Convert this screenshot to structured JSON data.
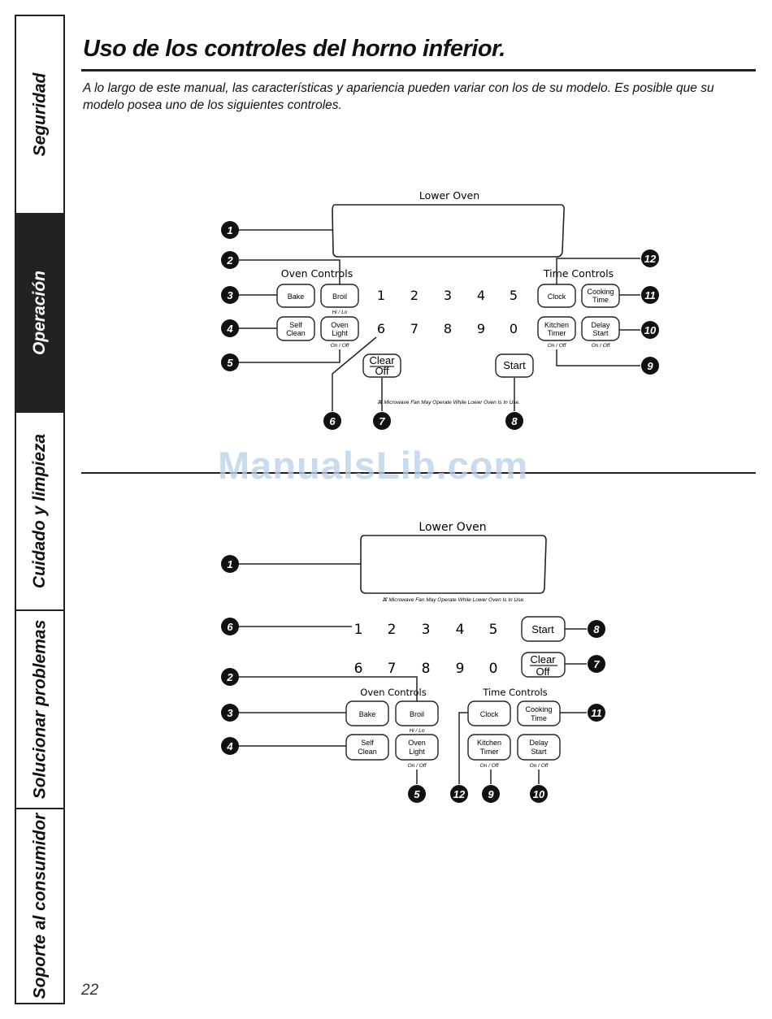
{
  "sidebar": {
    "tabs": [
      {
        "label": "Seguridad",
        "active": false
      },
      {
        "label": "Operación",
        "active": true
      },
      {
        "label": "Cuidado y limpieza",
        "active": false
      },
      {
        "label": "Solucionar problemas",
        "active": false
      },
      {
        "label": "Soporte al consumidor",
        "active": false
      }
    ]
  },
  "page": {
    "title": "Uso de los controles del horno inferior.",
    "intro": "A lo largo de este manual, las características y apariencia pueden variar con los de su modelo. Es posible que su modelo posea uno de los siguientes controles.",
    "page_number": "22",
    "watermark": "ManualsLib.com"
  },
  "panel1": {
    "display_label": "Lower Oven",
    "oven_controls_label": "Oven Controls",
    "time_controls_label": "Time Controls",
    "bake": "Bake",
    "broil": "Broil",
    "broil_sub": "Hi / Lo",
    "self_clean_1": "Self",
    "self_clean_2": "Clean",
    "oven_light_1": "Oven",
    "oven_light_2": "Light",
    "oven_light_sub": "On / Off",
    "numbers_row1": [
      "1",
      "2",
      "3",
      "4",
      "5"
    ],
    "numbers_row2": [
      "6",
      "7",
      "8",
      "9",
      "0"
    ],
    "clock": "Clock",
    "cooking_time_1": "Cooking",
    "cooking_time_2": "Time",
    "kitchen_timer_1": "Kitchen",
    "kitchen_timer_2": "Timer",
    "kitchen_timer_sub": "On / Off",
    "delay_start_1": "Delay",
    "delay_start_2": "Start",
    "delay_start_sub": "On / Off",
    "clear": "Clear",
    "off": "Off",
    "start": "Start",
    "note": "⌘ Microwave Fan May Operate While Lower Oven Is In Use.",
    "callouts": [
      "1",
      "2",
      "3",
      "4",
      "5",
      "6",
      "7",
      "8",
      "9",
      "10",
      "11",
      "12"
    ]
  },
  "panel2": {
    "display_label": "Lower Oven",
    "note": "⌘ Microwave Fan May Operate While Lower Oven Is In Use.",
    "numbers_row1": [
      "1",
      "2",
      "3",
      "4",
      "5"
    ],
    "numbers_row2": [
      "6",
      "7",
      "8",
      "9",
      "0"
    ],
    "start": "Start",
    "clear": "Clear",
    "off": "Off",
    "oven_controls_label": "Oven Controls",
    "time_controls_label": "Time Controls",
    "bake": "Bake",
    "broil": "Broil",
    "broil_sub": "Hi / Lo",
    "self_clean_1": "Self",
    "self_clean_2": "Clean",
    "oven_light_1": "Oven",
    "oven_light_2": "Light",
    "oven_light_sub": "On / Off",
    "clock": "Clock",
    "cooking_time_1": "Cooking",
    "cooking_time_2": "Time",
    "kitchen_timer_1": "Kitchen",
    "kitchen_timer_2": "Timer",
    "kitchen_timer_sub": "On / Off",
    "delay_start_1": "Delay",
    "delay_start_2": "Start",
    "delay_start_sub": "On / Off",
    "callouts": [
      "1",
      "2",
      "3",
      "4",
      "5",
      "6",
      "7",
      "8",
      "9",
      "10",
      "11",
      "12"
    ]
  }
}
